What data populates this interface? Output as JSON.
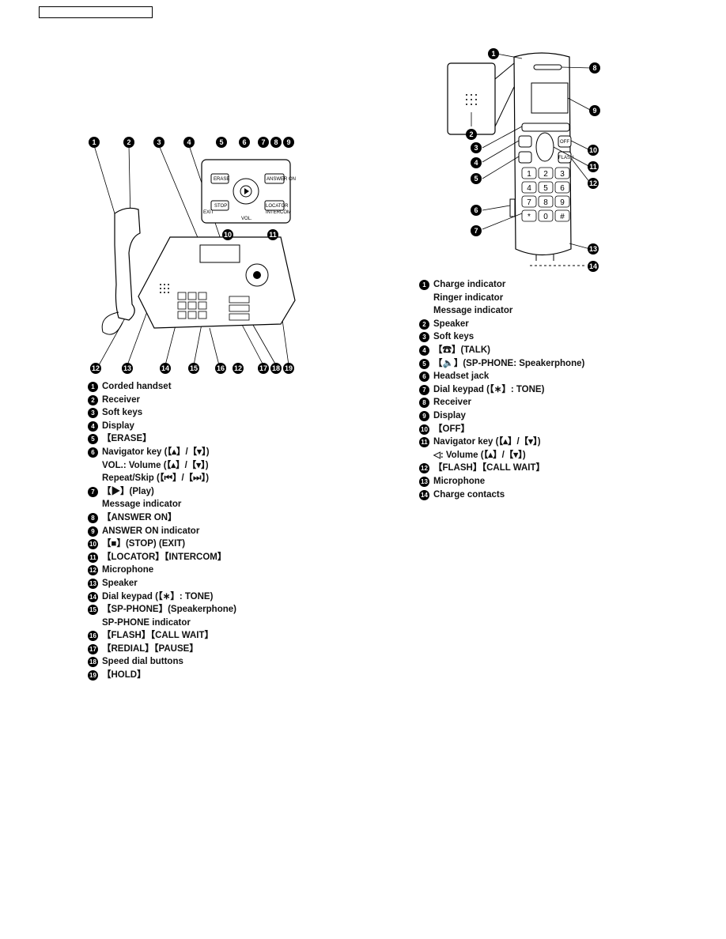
{
  "base_unit": {
    "items": [
      {
        "num": "1",
        "lines": [
          "Corded handset"
        ]
      },
      {
        "num": "2",
        "lines": [
          "Receiver"
        ]
      },
      {
        "num": "3",
        "lines": [
          "Soft keys"
        ]
      },
      {
        "num": "4",
        "lines": [
          "Display"
        ]
      },
      {
        "num": "5",
        "lines": [
          "【ERASE】"
        ]
      },
      {
        "num": "6",
        "lines": [
          "Navigator key (【▴】/【▾】)",
          "VOL.: Volume (【▴】/【▾】)",
          "Repeat/Skip (【⏮】/【⏭】)"
        ]
      },
      {
        "num": "7",
        "lines": [
          "【▶】(Play)",
          "Message indicator"
        ]
      },
      {
        "num": "8",
        "lines": [
          "【ANSWER ON】"
        ]
      },
      {
        "num": "9",
        "lines": [
          "ANSWER ON indicator"
        ]
      },
      {
        "num": "10",
        "lines": [
          "【■】(STOP) (EXIT)"
        ]
      },
      {
        "num": "11",
        "lines": [
          "【LOCATOR】【INTERCOM】"
        ]
      },
      {
        "num": "12",
        "lines": [
          "Microphone"
        ]
      },
      {
        "num": "13",
        "lines": [
          "Speaker"
        ]
      },
      {
        "num": "14",
        "lines": [
          "Dial keypad (【∗】: TONE)"
        ]
      },
      {
        "num": "15",
        "lines": [
          "【SP-PHONE】(Speakerphone)",
          "SP-PHONE indicator"
        ]
      },
      {
        "num": "16",
        "lines": [
          "【FLASH】【CALL WAIT】"
        ]
      },
      {
        "num": "17",
        "lines": [
          "【REDIAL】【PAUSE】"
        ]
      },
      {
        "num": "18",
        "lines": [
          "Speed dial buttons"
        ]
      },
      {
        "num": "19",
        "lines": [
          "【HOLD】"
        ]
      }
    ],
    "panel_labels": {
      "erase": "ERASE",
      "answer_on": "ANSWER ON",
      "stop": "STOP",
      "exit": "EXIT",
      "locator": "LOCATOR",
      "intercom": "INTERCOM",
      "vol": "VOL."
    }
  },
  "handset": {
    "items": [
      {
        "num": "1",
        "lines": [
          "Charge indicator",
          "Ringer indicator",
          "Message indicator"
        ]
      },
      {
        "num": "2",
        "lines": [
          "Speaker"
        ]
      },
      {
        "num": "3",
        "lines": [
          "Soft keys"
        ]
      },
      {
        "num": "4",
        "lines": [
          "【☎】(TALK)"
        ]
      },
      {
        "num": "5",
        "lines": [
          "【🔈】(SP-PHONE: Speakerphone)"
        ]
      },
      {
        "num": "6",
        "lines": [
          "Headset jack"
        ]
      },
      {
        "num": "7",
        "lines": [
          "Dial keypad (【∗】: TONE)"
        ]
      },
      {
        "num": "8",
        "lines": [
          "Receiver"
        ]
      },
      {
        "num": "9",
        "lines": [
          "Display"
        ]
      },
      {
        "num": "10",
        "lines": [
          "【OFF】"
        ]
      },
      {
        "num": "11",
        "lines": [
          "Navigator key (【▴】/【▾】)",
          "◁: Volume (【▴】/【▾】)"
        ]
      },
      {
        "num": "12",
        "lines": [
          "【FLASH】【CALL WAIT】"
        ]
      },
      {
        "num": "13",
        "lines": [
          "Microphone"
        ]
      },
      {
        "num": "14",
        "lines": [
          "Charge contacts"
        ]
      }
    ],
    "key_labels": [
      "1",
      "2",
      "3",
      "4",
      "5",
      "6",
      "7",
      "8",
      "9",
      "*",
      "0",
      "#"
    ],
    "button_labels": {
      "off": "OFF",
      "flash": "FLASH"
    }
  }
}
